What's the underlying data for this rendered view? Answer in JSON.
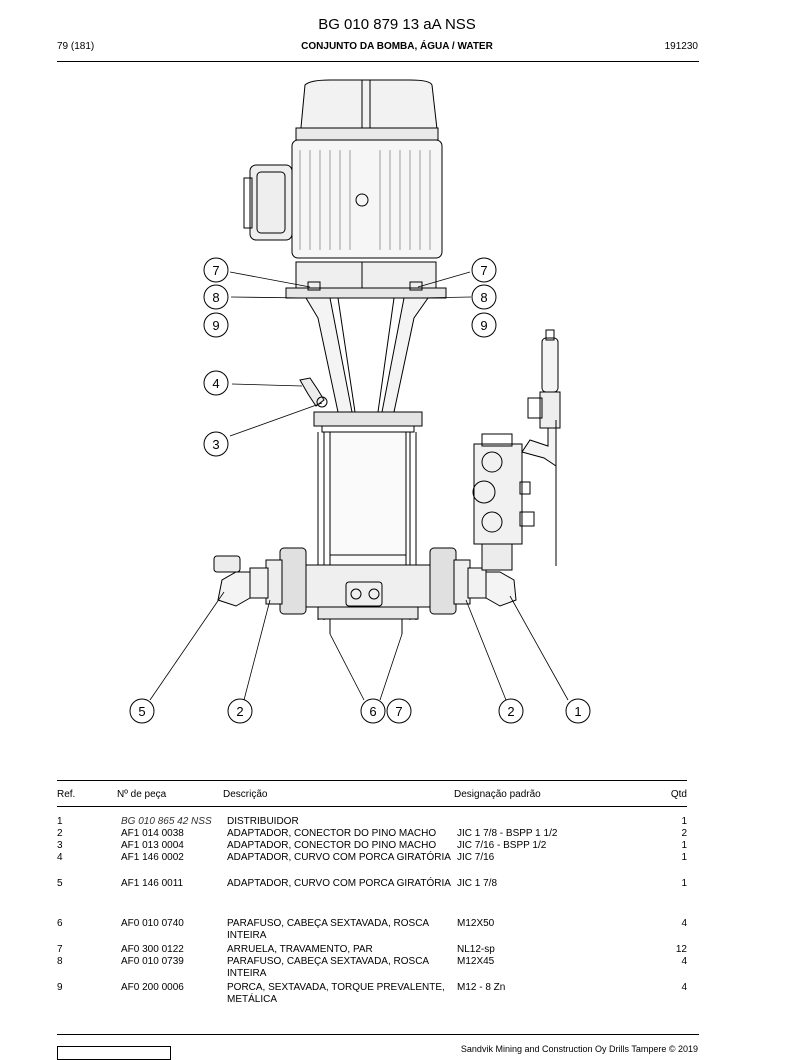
{
  "header": {
    "doc_title": "BG 010 879 13 aA NSS",
    "page": "79 (181)",
    "section": "CONJUNTO DA BOMBA, ÁGUA / WATER",
    "date": "191230"
  },
  "callouts": [
    "7",
    "8",
    "9",
    "7",
    "8",
    "9",
    "4",
    "3",
    "5",
    "2",
    "6",
    "7",
    "2",
    "1"
  ],
  "table": {
    "headers": {
      "ref": "Ref.",
      "part_no": "Nº de peça",
      "description": "Descrição",
      "standard": "Designação padrão",
      "qty": "Qtd"
    },
    "rows": [
      {
        "ref": "1",
        "part_no": "BG 010 865 42 NSS",
        "description": "DISTRIBUIDOR",
        "standard": "",
        "qty": "1",
        "italic": true
      },
      {
        "ref": "2",
        "part_no": "AF1 014 0038",
        "description": "ADAPTADOR, CONECTOR DO PINO MACHO",
        "standard": "JIC 1 7/8 - BSPP 1 1/2",
        "qty": "2"
      },
      {
        "ref": "3",
        "part_no": "AF1 013 0004",
        "description": "ADAPTADOR, CONECTOR DO PINO MACHO",
        "standard": "JIC 7/16 - BSPP 1/2",
        "qty": "1"
      },
      {
        "ref": "4",
        "part_no": "AF1 146 0002",
        "description": "ADAPTADOR, CURVO COM PORCA GIRATÓRIA",
        "standard": "JIC 7/16",
        "qty": "1"
      },
      {
        "ref": "5",
        "part_no": "AF1 146 0011",
        "description": "ADAPTADOR, CURVO COM PORCA GIRATÓRIA",
        "standard": "JIC 1 7/8",
        "qty": "1"
      },
      {
        "ref": "6",
        "part_no": "AF0 010 0740",
        "description": "PARAFUSO, CABEÇA SEXTAVADA, ROSCA INTEIRA",
        "standard": "M12X50",
        "qty": "4"
      },
      {
        "ref": "7",
        "part_no": "AF0 300 0122",
        "description": "ARRUELA, TRAVAMENTO, PAR",
        "standard": "NL12-sp",
        "qty": "12"
      },
      {
        "ref": "8",
        "part_no": "AF0 010 0739",
        "description": "PARAFUSO, CABEÇA SEXTAVADA, ROSCA INTEIRA",
        "standard": "M12X45",
        "qty": "4"
      },
      {
        "ref": "9",
        "part_no": "AF0 200 0006",
        "description": "PORCA, SEXTAVADA, TORQUE PREVALENTE, METÁLICA",
        "standard": "M12 - 8 Zn",
        "qty": "4"
      }
    ]
  },
  "footer": {
    "copyright": "Sandvik Mining and Construction Oy Drills Tampere © 2019"
  }
}
